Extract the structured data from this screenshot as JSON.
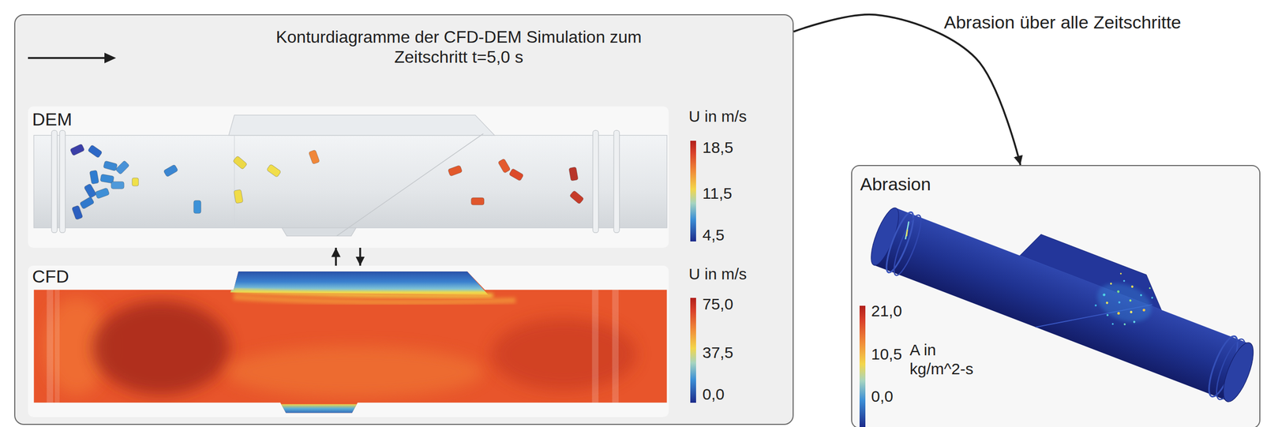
{
  "diagram": {
    "nodes": [
      {
        "text": [
          "Konturdiagramme der CFD-DEM Simulation zum Zeitschritt t=5,0 s"
        ]
      },
      {
        "text": [
          "DEM"
        ],
        "in": 0
      },
      {
        "text": [
          "CFD"
        ],
        "in": 0
      },
      {
        "text": [
          "Abrasion"
        ]
      }
    ],
    "edges": [
      {
        "from": 2,
        "to": 1,
        "arrow": "to"
      },
      {
        "from": 1,
        "to": 2,
        "arrow": "to"
      },
      {
        "from": 0,
        "to": 3,
        "label": "Abrasion über alle Zeitschritte",
        "arrow": "to"
      }
    ],
    "labels": [
      "U in m/s",
      "18,5",
      "11,5",
      "4,5",
      "U in m/s",
      "75,0",
      "37,5",
      "0,0",
      "21,0",
      "10,5",
      "0,0",
      "A in kg/m^2-s"
    ]
  }
}
